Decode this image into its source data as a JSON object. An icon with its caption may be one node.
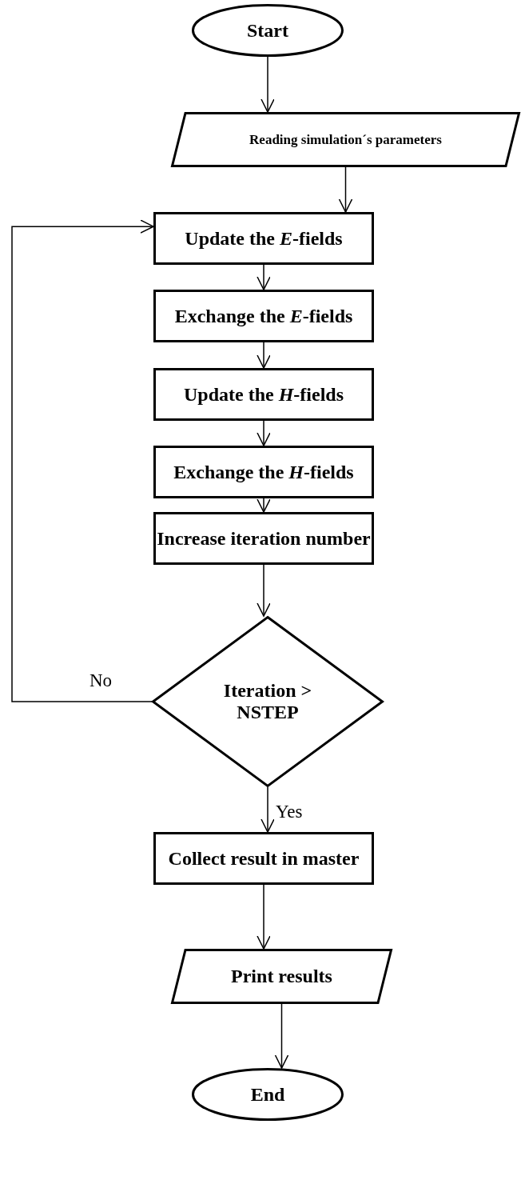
{
  "diagram": {
    "nodes": [
      {
        "text": [
          "Start"
        ]
      },
      {
        "text": [
          "Reading simulation´s parameters"
        ]
      },
      {
        "text": [
          "Update the *E*-fields"
        ]
      },
      {
        "text": [
          "Exchange the *E*-fields"
        ]
      },
      {
        "text": [
          "Update the *H*-fields"
        ]
      },
      {
        "text": [
          "Exchange the *H*-fields"
        ]
      },
      {
        "text": [
          "Increase iteration number"
        ]
      },
      {
        "text": [
          "Iteration > NSTEP"
        ]
      },
      {
        "text": [
          "Collect result in master"
        ]
      },
      {
        "text": [
          "Print results"
        ]
      },
      {
        "text": [
          "End"
        ]
      }
    ],
    "edges": [
      {
        "from": 0,
        "to": 1,
        "arrow": "to"
      },
      {
        "from": 1,
        "to": 2,
        "arrow": "to"
      },
      {
        "from": 2,
        "to": 3,
        "arrow": "to"
      },
      {
        "from": 3,
        "to": 4,
        "arrow": "to"
      },
      {
        "from": 4,
        "to": 5,
        "arrow": "to"
      },
      {
        "from": 5,
        "to": 6,
        "arrow": "to"
      },
      {
        "from": 6,
        "to": 7,
        "arrow": "to"
      },
      {
        "from": 7,
        "to": 2,
        "arrow": "to",
        "label": "No"
      },
      {
        "from": 7,
        "to": 8,
        "arrow": "to",
        "label": "Yes"
      },
      {
        "from": 8,
        "to": 9,
        "arrow": "to"
      },
      {
        "from": 9,
        "to": 10,
        "arrow": "to"
      }
    ]
  }
}
